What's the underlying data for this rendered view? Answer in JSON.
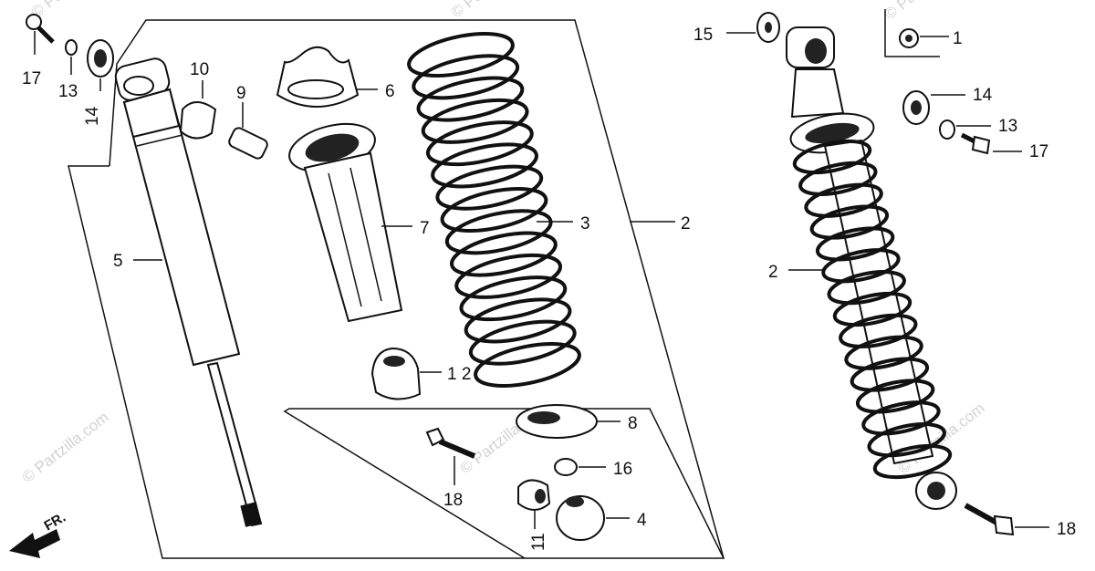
{
  "diagram": {
    "direction_label": "FR.",
    "watermark": "© Partzilla.com",
    "callouts": {
      "c1": "1",
      "c2_left": "2",
      "c2_right": "2",
      "c3": "3",
      "c4": "4",
      "c5": "5",
      "c6": "6",
      "c7": "7",
      "c8": "8",
      "c9": "9",
      "c10": "10",
      "c11": "11",
      "c12": "1 2",
      "c13_left": "13",
      "c13_right": "13",
      "c14_left": "14",
      "c14_right": "14",
      "c15": "15",
      "c16": "16",
      "c17_left": "17",
      "c17_right": "17",
      "c18_left": "18",
      "c18_right": "18"
    }
  }
}
